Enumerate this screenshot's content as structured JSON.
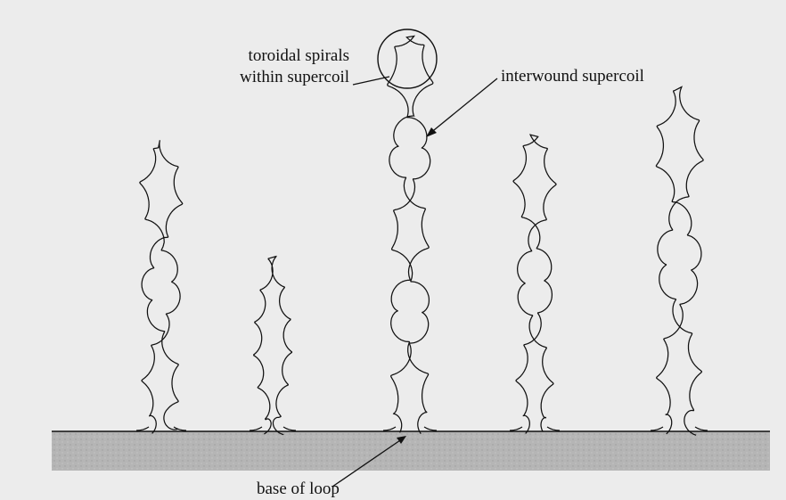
{
  "diagram": {
    "labels": {
      "toroidal_line1": "toroidal spirals",
      "toroidal_line2": "within supercoil",
      "interwound": "interwound supercoil",
      "base": "base of loop"
    },
    "colors": {
      "background_shade": "#ececec",
      "surface_fill": "#b3b3b3",
      "ink": "#111111"
    },
    "loop_count": 5
  }
}
